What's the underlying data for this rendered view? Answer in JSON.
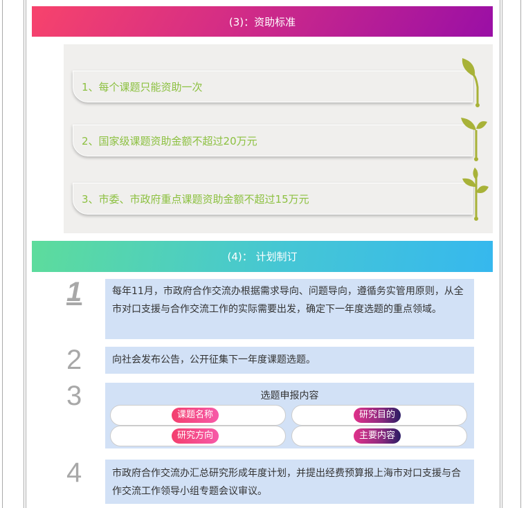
{
  "section3": {
    "title": "(3)：资助标准",
    "items": [
      "1、每个课题只能资助一次",
      "2、国家级课题资助金额不超过20万元",
      "3、市委、市政府重点课题资助金额不超过15万元"
    ]
  },
  "section4": {
    "title": "(4)： 计划制订",
    "steps": [
      {
        "number": "1",
        "text": "每年11月，市政府合作交流办根据需求导向、问题导向，遵循务实管用原则，从全市对口支援与合作交流工作的实际需要出发，确定下一年度选题的重点领域。"
      },
      {
        "number": "2",
        "text": "向社会发布公告，公开征集下一年度课题选题。"
      },
      {
        "number": "3",
        "title": "选题申报内容",
        "tags": [
          "课题名称",
          "研究目的",
          "研究方向",
          "主要内容"
        ]
      },
      {
        "number": "4",
        "text": "市政府合作交流办汇总研究形成年度计划，并提出经费预算报上海市对口支援与合作交流工作领导小组专题会议审议。"
      }
    ]
  },
  "colors": {
    "leaf": "#a8b238",
    "item_text": "#8cc040"
  }
}
